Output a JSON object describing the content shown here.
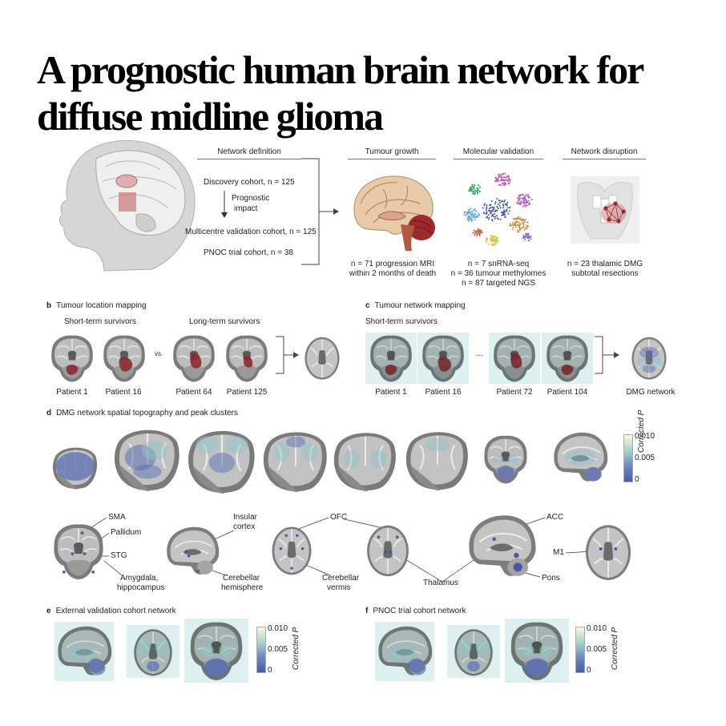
{
  "title": "A prognostic human brain network for diffuse midline glioma",
  "panel_a": {
    "headers": {
      "network_definition": "Network definition",
      "tumour_growth": "Tumour growth",
      "molecular_validation": "Molecular validation",
      "network_disruption": "Network disruption"
    },
    "discovery": "Discovery cohort, n = 125",
    "prognostic_1": "Prognostic",
    "prognostic_2": "impact",
    "multicentre": "Multicentre validation cohort, n = 125",
    "pnoc": "PNOC trial cohort, n = 38",
    "growth_1": "n = 71 progression MRI",
    "growth_2": "within 2 months of death",
    "mol_1": "n = 7 snRNA-seq",
    "mol_2": "n = 36 tumour methylomes",
    "mol_3": "n = 87 targeted NGS",
    "disr_1": "n = 23 thalamic DMG",
    "disr_2": "subtotal resections"
  },
  "panel_b": {
    "letter": "b",
    "title": "Tumour location mapping",
    "short_term": "Short-term survivors",
    "long_term": "Long-term survivors",
    "vs": "vs.",
    "patients": [
      "Patient 1",
      "Patient 16",
      "Patient 64",
      "Patient 125"
    ]
  },
  "panel_c": {
    "letter": "c",
    "title": "Tumour network mapping",
    "short_term": "Short-term survivors",
    "ellipsis": "...",
    "patients": [
      "Patient 1",
      "Patient 16",
      "Patient 72",
      "Patient 104"
    ],
    "result": "DMG network"
  },
  "panel_d": {
    "letter": "d",
    "title": "DMG network spatial topography and peak clusters",
    "colorbar": {
      "max": "0.010",
      "mid": "0.005",
      "min": "0",
      "label": "Corrected P"
    },
    "regions": {
      "sma": "SMA",
      "pallidum": "Pallidum",
      "stg": "STG",
      "amygdala_1": "Amygdala,",
      "amygdala_2": "hippocampus",
      "insular_1": "Insular",
      "insular_2": "cortex",
      "cerebellar_h_1": "Cerebellar",
      "cerebellar_h_2": "hemisphere",
      "ofc": "OFC",
      "cerebellar_v_1": "Cerebellar",
      "cerebellar_v_2": "vermis",
      "thalamus": "Thalamus",
      "acc": "ACC",
      "m1": "M1",
      "pons": "Pons"
    }
  },
  "panel_e": {
    "letter": "e",
    "title": "External validation cohort network",
    "colorbar": {
      "max": "0.010",
      "mid": "0.005",
      "min": "0",
      "label": "Corrected P"
    }
  },
  "panel_f": {
    "letter": "f",
    "title": "PNOC trial cohort network",
    "colorbar": {
      "max": "0.010",
      "mid": "0.005",
      "min": "0",
      "label": "Corrected P"
    }
  },
  "colors": {
    "tumour": "#8b2a2e",
    "network_blue": "#5a6fb4",
    "network_cyan": "#8fc4c9",
    "brain_grey": "#bcbcbc"
  }
}
